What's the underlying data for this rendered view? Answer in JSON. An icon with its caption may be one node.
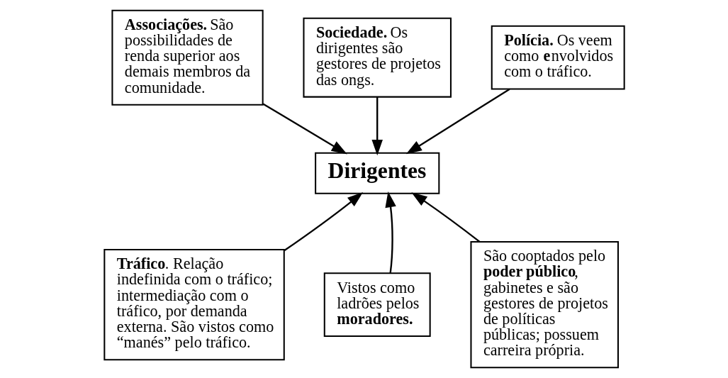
{
  "diagram": {
    "nodes": [
      {
        "text": [
          "Dirigentes"
        ]
      },
      {
        "text": [
          "**Associações.** São possibilidades de renda superior aos demais membros da comunidade."
        ]
      },
      {
        "text": [
          "**Sociedade.** Os dirigentes são gestores de projetos das ongs."
        ]
      },
      {
        "text": [
          "**Polícia.** Os veem como **e**nvolvidos com o tráfico."
        ]
      },
      {
        "text": [
          "**Tráfico**. Relação indefinida com o tráfico; intermediação com o tráfico, por demanda externa. São vistos como “manés” pelo tráfico."
        ]
      },
      {
        "text": [
          "Vistos como ladrões pelos **moradores.**"
        ]
      },
      {
        "text": [
          "São cooptados pelo **poder público**, gabinetes e são gestores de projetos de políticas públicas; possuem carreira própria."
        ]
      }
    ],
    "edges": [
      {
        "from": 1,
        "to": 0,
        "arrow": "to"
      },
      {
        "from": 2,
        "to": 0,
        "arrow": "to"
      },
      {
        "from": 3,
        "to": 0,
        "arrow": "to"
      },
      {
        "from": 4,
        "to": 0,
        "arrow": "to"
      },
      {
        "from": 5,
        "to": 0,
        "arrow": "to"
      },
      {
        "from": 6,
        "to": 0,
        "arrow": "to"
      }
    ]
  }
}
